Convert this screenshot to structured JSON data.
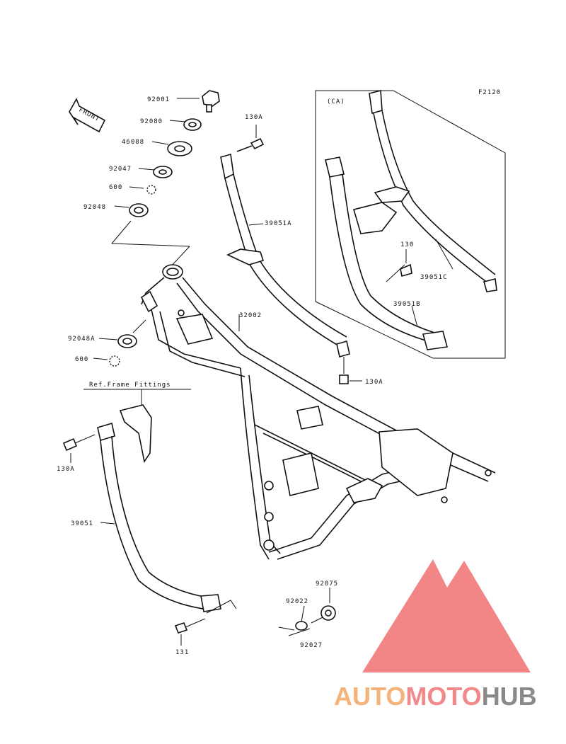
{
  "diagram_code": "F2120",
  "inset_label": "(CA)",
  "front_label": "FRONT",
  "ref_note": "Ref.Frame Fittings",
  "parts": {
    "p92001": "92001",
    "p92080": "92080",
    "p46088": "46088",
    "p92047": "92047",
    "p600a": "600",
    "p92048": "92048",
    "p130a_top": "130A",
    "p39051a": "39051A",
    "p32002": "32002",
    "p92048a": "92048A",
    "p600b": "600",
    "p130a_mid": "130A",
    "p130_inset": "130",
    "p39051c": "39051C",
    "p39051b": "39051B",
    "p130a_left": "130A",
    "p39051": "39051",
    "p131": "131",
    "p92075": "92075",
    "p92022": "92022",
    "p92027": "92027"
  },
  "watermark": {
    "part1": "AUTO",
    "part2": "MOTO",
    "part3": "HUB",
    "color1": "#f5b27a",
    "color2": "#f08a8a",
    "color3": "#8a8a8a",
    "logo_color": "#f07070"
  }
}
